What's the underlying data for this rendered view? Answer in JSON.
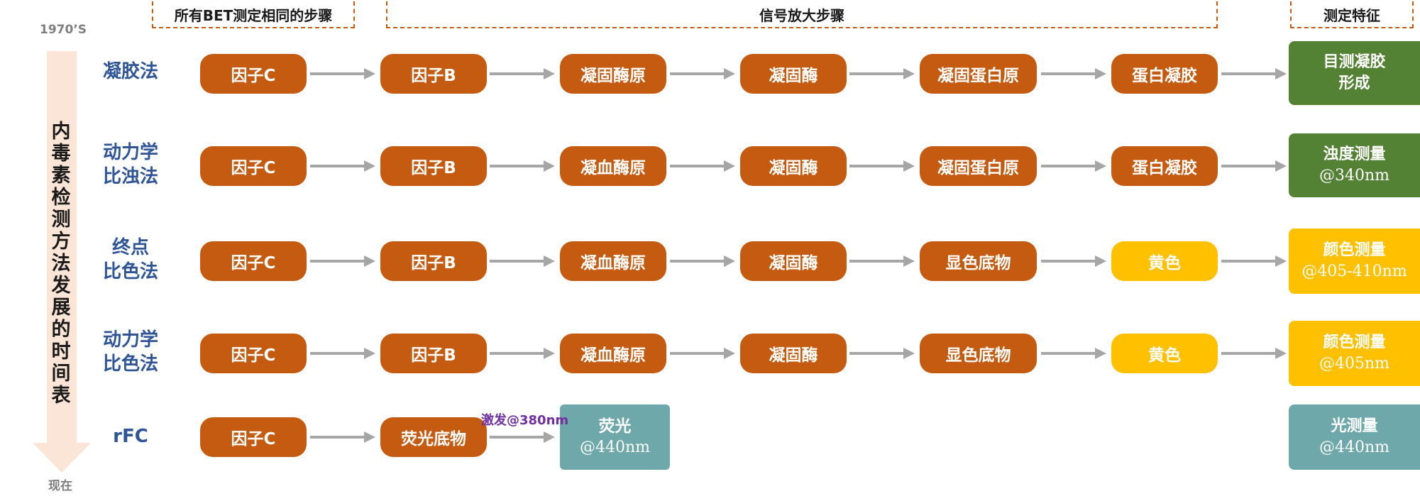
{
  "headers": {
    "same_steps": "所有BET测定相同的步骤",
    "amplification": "信号放大步骤",
    "feature": "测定特征"
  },
  "timeline": {
    "start": "1970’S",
    "end": "现在",
    "label": "内毒素检测方法发展的时间表",
    "arrow_color": "#fbe5d6"
  },
  "rows": [
    {
      "method": [
        "凝胶法"
      ],
      "steps": [
        {
          "text": "因子C",
          "color": "orange"
        },
        {
          "text": "因子B",
          "color": "orange"
        },
        {
          "text": "凝固酶原",
          "color": "orange"
        },
        {
          "text": "凝固酶",
          "color": "orange"
        },
        {
          "text": "凝固蛋白原",
          "color": "orange"
        },
        {
          "text": "蛋白凝胶",
          "color": "orange"
        }
      ],
      "feature": {
        "line1": "目测凝胶",
        "line2": "形成",
        "color": "green"
      }
    },
    {
      "method": [
        "动力学",
        "比浊法"
      ],
      "steps": [
        {
          "text": "因子C",
          "color": "orange"
        },
        {
          "text": "因子B",
          "color": "orange"
        },
        {
          "text": "凝血酶原",
          "color": "orange"
        },
        {
          "text": "凝固酶",
          "color": "orange"
        },
        {
          "text": "凝固蛋白原",
          "color": "orange"
        },
        {
          "text": "蛋白凝胶",
          "color": "orange"
        }
      ],
      "feature": {
        "line1": "浊度测量",
        "line2": "@340nm",
        "color": "green"
      }
    },
    {
      "method": [
        "终点",
        "比色法"
      ],
      "steps": [
        {
          "text": "因子C",
          "color": "orange"
        },
        {
          "text": "因子B",
          "color": "orange"
        },
        {
          "text": "凝血酶原",
          "color": "orange"
        },
        {
          "text": "凝固酶",
          "color": "orange"
        },
        {
          "text": "显色底物",
          "color": "orange"
        },
        {
          "text": "黄色",
          "color": "yellow"
        }
      ],
      "feature": {
        "line1": "颜色测量",
        "line2": "@405-410nm",
        "color": "yellow"
      }
    },
    {
      "method": [
        "动力学",
        "比色法"
      ],
      "steps": [
        {
          "text": "因子C",
          "color": "orange"
        },
        {
          "text": "因子B",
          "color": "orange"
        },
        {
          "text": "凝血酶原",
          "color": "orange"
        },
        {
          "text": "凝固酶",
          "color": "orange"
        },
        {
          "text": "显色底物",
          "color": "orange"
        },
        {
          "text": "黄色",
          "color": "yellow"
        }
      ],
      "feature": {
        "line1": "颜色测量",
        "line2": "@405nm",
        "color": "yellow"
      }
    },
    {
      "method": [
        "rFC"
      ],
      "steps": [
        {
          "text": "因子C",
          "color": "orange"
        },
        {
          "text": "荧光底物",
          "color": "orange"
        },
        {
          "line1": "荧光",
          "line2": "@440nm",
          "color": "teal"
        }
      ],
      "excitation_label": "激发@380nm",
      "feature": {
        "line1": "光测量",
        "line2": "@440nm",
        "color": "teal"
      }
    }
  ],
  "colors": {
    "orange": "#c55a11",
    "yellow": "#ffc000",
    "green": "#548235",
    "teal": "#6fa8aa",
    "method_text": "#2f5597",
    "arrow": "#a6a6a6",
    "header_border": "#c55a11",
    "excite_text": "#7030a0"
  }
}
